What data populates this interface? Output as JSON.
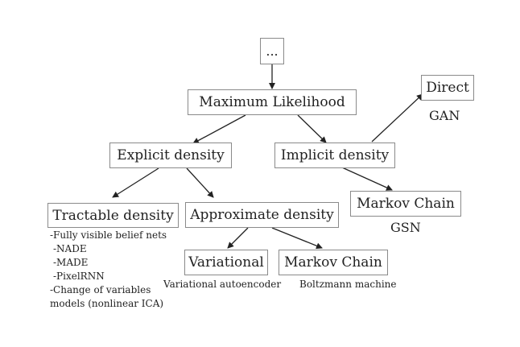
{
  "nodes": {
    "root": "...",
    "max_likelihood": "Maximum Likelihood",
    "explicit": "Explicit density",
    "implicit": "Implicit density",
    "direct": "Direct",
    "markov_gsn": "Markov Chain",
    "tractable": "Tractable density",
    "approximate": "Approximate density",
    "variational": "Variational",
    "markov_boltz": "Markov Chain"
  },
  "labels": {
    "gan": "GAN",
    "gsn": "GSN",
    "vae": "Variational autoencoder",
    "boltzmann": "Boltzmann machine"
  },
  "tractable_examples": [
    "-Fully visible belief nets",
    "  -NADE",
    "  -MADE",
    "  -PixelRNN",
    "-Change of variables",
    "models (nonlinear ICA)"
  ]
}
